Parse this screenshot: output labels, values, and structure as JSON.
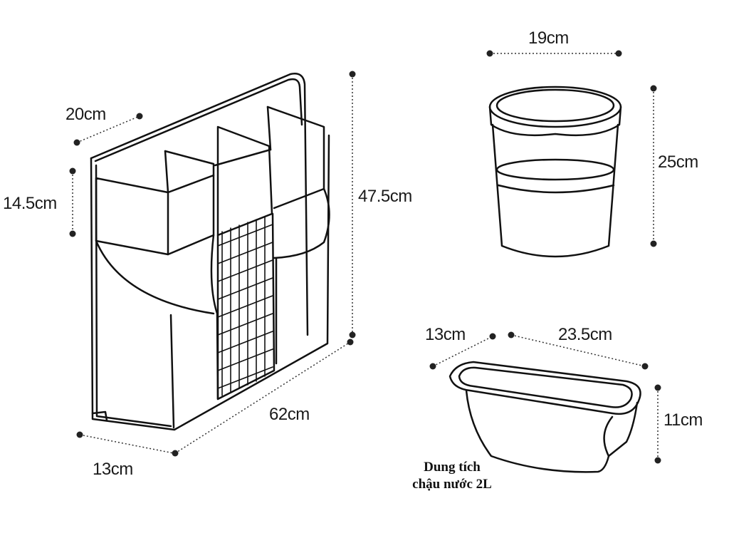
{
  "organizer": {
    "depth_top": "20cm",
    "pocket_height": "14.5cm",
    "height": "47.5cm",
    "width": "62cm",
    "depth_bottom": "13cm"
  },
  "bucket": {
    "diameter": "19cm",
    "height": "25cm"
  },
  "basin": {
    "depth": "13cm",
    "length": "23.5cm",
    "height": "11cm",
    "capacity_line1": "Dung tích",
    "capacity_line2": "chậu nước 2L"
  }
}
